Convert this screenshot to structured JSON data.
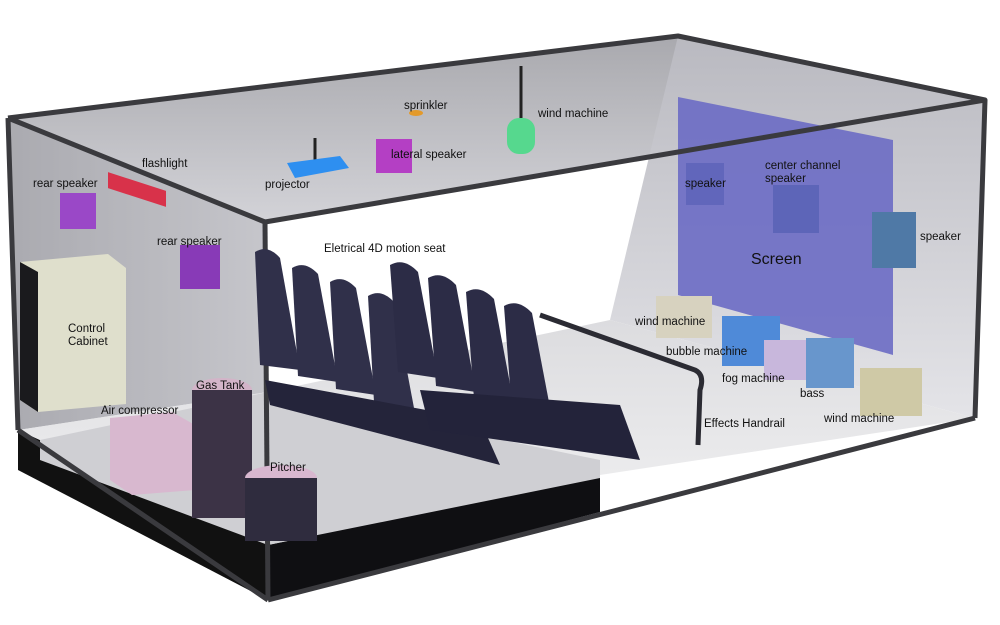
{
  "labels": {
    "sprinkler": "sprinkler",
    "wind_machine_ceiling": "wind machine",
    "flashlight": "flashlight",
    "rear_speaker_1": "rear speaker",
    "rear_speaker_2": "rear speaker",
    "projector": "projector",
    "lateral_speaker": "lateral speaker",
    "motion_seat": "Eletrical 4D motion seat",
    "speaker_left": "speaker",
    "center_channel_speaker": "center channel speaker",
    "speaker_right": "speaker",
    "screen": "Screen",
    "control_cabinet": "Control Cabinet",
    "gas_tank": "Gas Tank",
    "air_compressor": "Air compressor",
    "pitcher": "Pitcher",
    "wind_machine_left": "wind machine",
    "bubble_machine": "bubble machine",
    "fog_machine": "fog machine",
    "bass": "bass",
    "wind_machine_right": "wind machine",
    "effects_handrail": "Effects Handrail"
  }
}
